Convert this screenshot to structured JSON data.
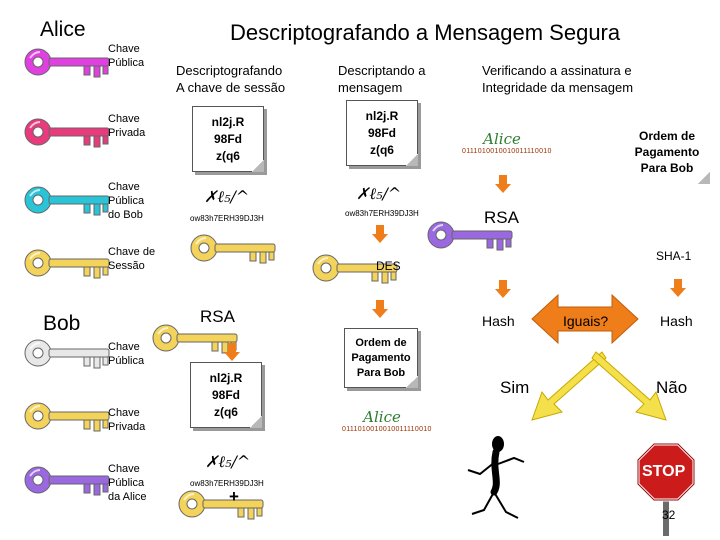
{
  "title": "Descriptografando a Mensagem Segura",
  "alice_label": "Alice",
  "bob_label": "Bob",
  "alice_keys": [
    {
      "label": "Chave\nPública",
      "color": "#e040e0"
    },
    {
      "label": "Chave\nPrivada",
      "color": "#e83a7c"
    },
    {
      "label": "Chave\nPública\ndo Bob",
      "color": "#29c4d8"
    },
    {
      "label": "Chave de\nSessão",
      "color": "#f4d35a"
    }
  ],
  "bob_keys": [
    {
      "label": "Chave\nPública",
      "color": "#e8e8e8"
    },
    {
      "label": "Chave\nPrivada",
      "color": "#f4d35a"
    },
    {
      "label": "Chave\nPública\nda Alice",
      "color": "#9a68e0"
    }
  ],
  "col1_header": "Descriptografando\nA chave de sessão",
  "col2_header": "Descriptando a\nmensagem",
  "col3_header": "Verificando a assinatura e\nIntegridade da mensagem",
  "cipher_text": "nl2j.R\n98Fd\nz(q6",
  "cipher_symbols": "✗ℓ₅/^",
  "cipher_line": "ow83h7ERH39DJ3H",
  "order_text": "Ordem de\nPagamento\nPara Bob",
  "signature_name": "Alice",
  "signature_bits": "0111010010010011110010",
  "labels": {
    "rsa_col3": "RSA",
    "sha1": "SHA-1",
    "des": "DES",
    "rsa_col1": "RSA",
    "hash_left": "Hash",
    "iguais": "Iguais?",
    "hash_right": "Hash",
    "sim": "Sim",
    "nao": "Não",
    "plus": "+",
    "stop": "STOP"
  },
  "page_number": "32",
  "colors": {
    "arrow_orange": "#ef7d1a",
    "yellow_arrow": "#f4e04a",
    "diamond_orange": "#ef7d1a",
    "stop_red": "#cc1b1b",
    "signature_green": "#2e7d32",
    "bits_brown": "#9a2f00"
  }
}
